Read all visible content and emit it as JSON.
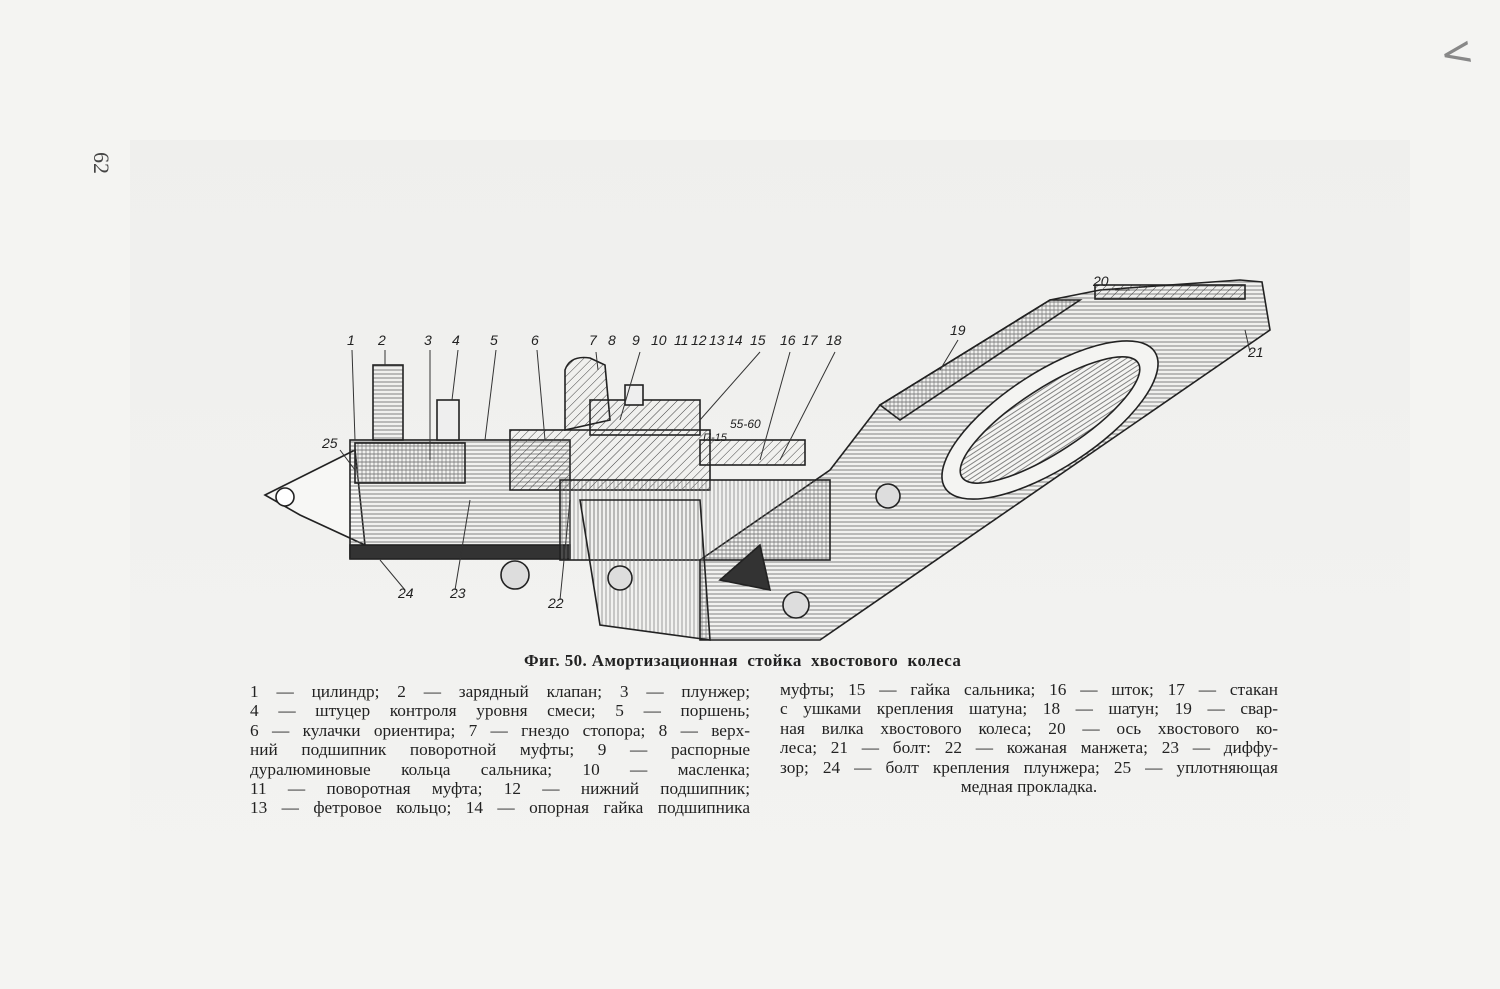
{
  "page_number": "62",
  "margin_mark": "<",
  "figure": {
    "title": "Фиг. 50. Амортизационная  стойка  хвостового  колеса",
    "callouts": [
      "1",
      "2",
      "3",
      "4",
      "5",
      "6",
      "7",
      "8",
      "9",
      "10",
      "11",
      "12",
      "13",
      "14",
      "15",
      "16",
      "17",
      "18",
      "19",
      "20",
      "21",
      "22",
      "23",
      "24",
      "25"
    ],
    "dimensions": [
      "55-60",
      "П-15"
    ]
  },
  "legend": {
    "left_lines": [
      "1 — цилиндр;  2 — зарядный  клапан;  3 — плунжер;",
      "4 — штуцер  контроля  уровня  смеси;  5 — поршень;",
      "6 — кулачки ориентира; 7 — гнездо стопора; 8 — верх-",
      "ний  подшипник  поворотной  муфты;  9 — распорные",
      "дуралюминовые  кольца  сальника;  10 — масленка;",
      "11 — поворотная  муфта;  12 — нижний  подшипник;",
      "13 — фетровое кольцо; 14 — опорная гайка подшипника"
    ],
    "right_lines": [
      "муфты; 15 — гайка сальника; 16 — шток; 17 — стакан",
      "с ушками крепления шатуна; 18 — шатун; 19 — свар-",
      "ная вилка хвостового колеса; 20 — ось хвостового ко-",
      "леса; 21 — болт: 22 — кожаная манжета; 23 — диффу-",
      "зор; 24 — болт крепления плунжера; 25 — уплотняющая",
      "медная прокладка."
    ]
  }
}
